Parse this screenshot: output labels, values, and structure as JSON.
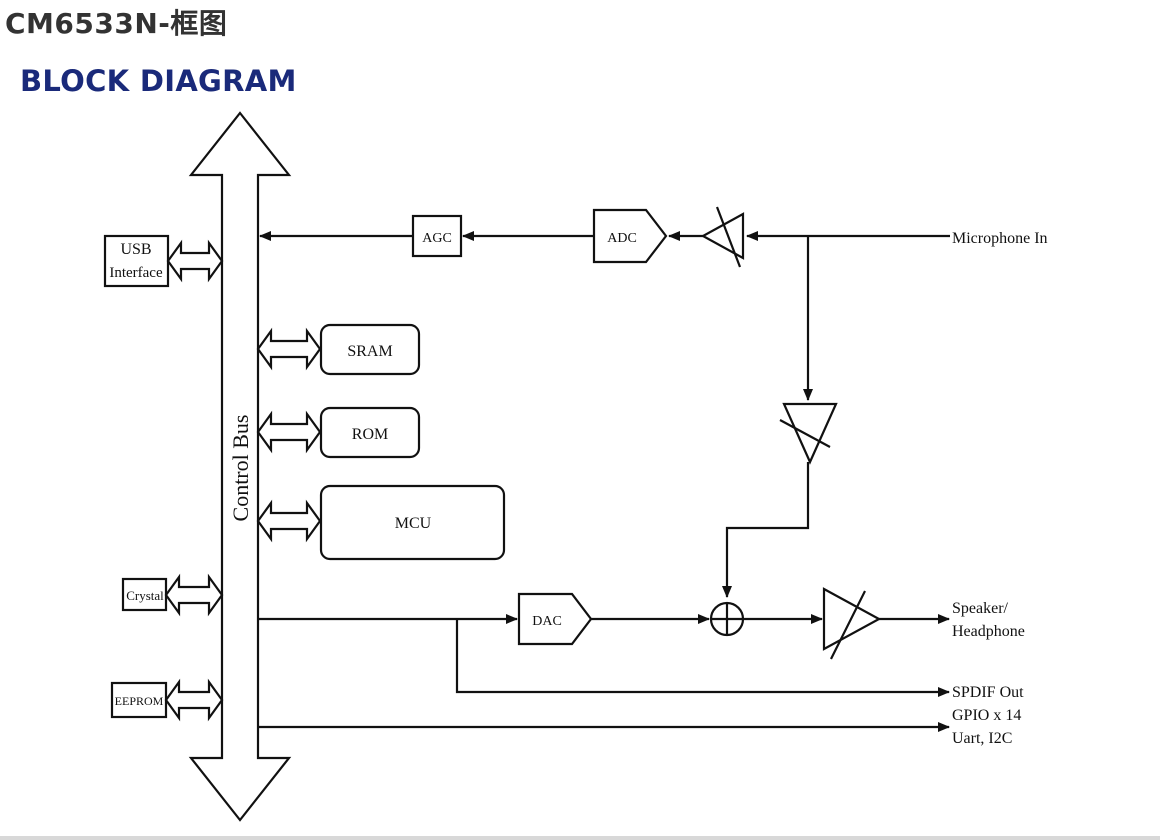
{
  "header": {
    "page_title": "CM6533N-框图",
    "section_title": "BLOCK DIAGRAM"
  },
  "diagram": {
    "bus_label": "Control Bus",
    "left_blocks": {
      "usb": [
        "USB",
        "Interface"
      ],
      "crystal": "Crystal",
      "eeprom": "EEPROM"
    },
    "memory_blocks": {
      "sram": "SRAM",
      "rom": "ROM",
      "mcu": "MCU"
    },
    "signal_blocks": {
      "agc": "AGC",
      "adc": "ADC",
      "dac": "DAC"
    },
    "io_labels": {
      "mic_in": "Microphone In",
      "speaker": [
        "Speaker/",
        "Headphone"
      ],
      "spdif": "SPDIF Out",
      "gpio": "GPIO x 14",
      "uart": "Uart, I2C"
    },
    "colors": {
      "line": "#111111",
      "title": "#333333",
      "section_title": "#1a2a7a"
    }
  }
}
